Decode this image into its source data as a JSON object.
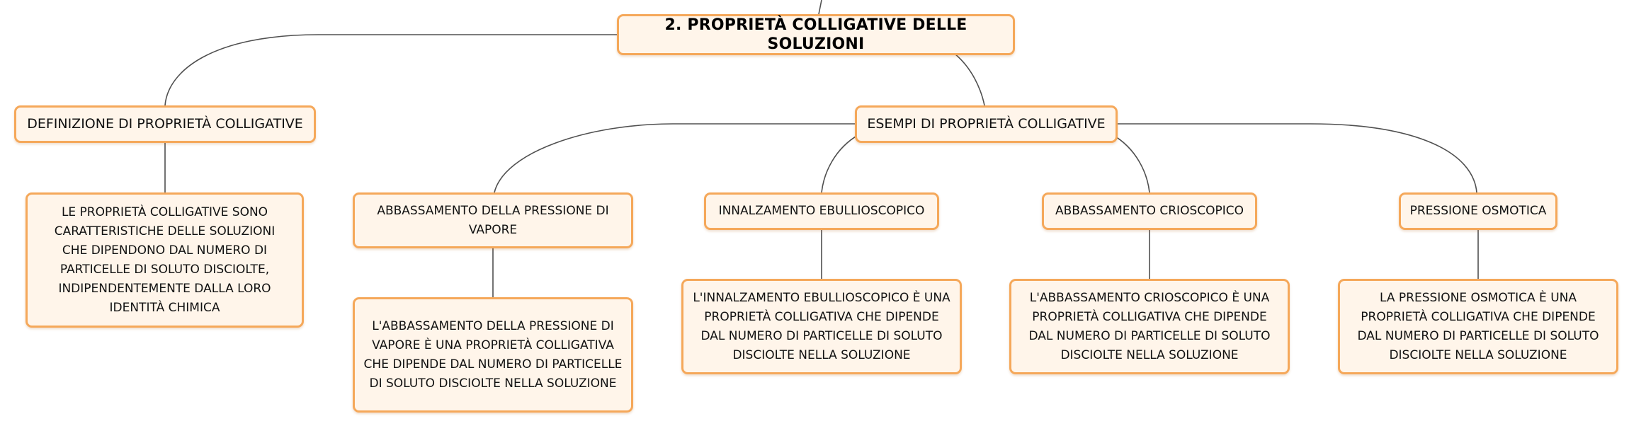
{
  "root": {
    "label": "2. PROPRIETÀ COLLIGATIVE DELLE SOLUZIONI"
  },
  "definition": {
    "title": "DEFINIZIONE DI PROPRIETÀ COLLIGATIVE",
    "text": "LE PROPRIETÀ COLLIGATIVE SONO CARATTERISTICHE DELLE SOLUZIONI CHE DIPENDONO DAL NUMERO DI PARTICELLE DI SOLUTO DISCIOLTE, INDIPENDENTEMENTE DALLA LORO IDENTITÀ CHIMICA"
  },
  "examples": {
    "title": "ESEMPI DI PROPRIETÀ COLLIGATIVE",
    "items": [
      {
        "title": "ABBASSAMENTO DELLA PRESSIONE DI VAPORE",
        "text": "L'ABBASSAMENTO DELLA PRESSIONE DI VAPORE È UNA PROPRIETÀ COLLIGATIVA CHE DIPENDE DAL NUMERO DI PARTICELLE DI SOLUTO DISCIOLTE NELLA SOLUZIONE"
      },
      {
        "title": "INNALZAMENTO EBULLIOSCOPICO",
        "text": "L'INNALZAMENTO EBULLIOSCOPICO È UNA PROPRIETÀ COLLIGATIVA CHE DIPENDE DAL NUMERO DI PARTICELLE DI SOLUTO DISCIOLTE NELLA SOLUZIONE"
      },
      {
        "title": "ABBASSAMENTO CRIOSCOPICO",
        "text": "L'ABBASSAMENTO CRIOSCOPICO È UNA PROPRIETÀ COLLIGATIVA CHE DIPENDE DAL NUMERO DI PARTICELLE DI SOLUTO DISCIOLTE NELLA SOLUZIONE"
      },
      {
        "title": "PRESSIONE OSMOTICA",
        "text": "LA PRESSIONE OSMOTICA È UNA PROPRIETÀ COLLIGATIVA CHE DIPENDE DAL NUMERO DI PARTICELLE DI SOLUTO DISCIOLTE NELLA SOLUZIONE"
      }
    ]
  },
  "colors": {
    "node_fill": "#fff5ea",
    "node_border": "#f5a85a",
    "connector": "#505050",
    "text": "#111111"
  }
}
